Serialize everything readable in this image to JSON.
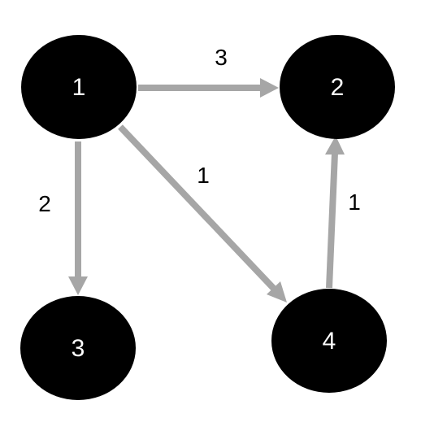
{
  "graph": {
    "colors": {
      "node_fill": "#000000",
      "node_text": "#ffffff",
      "edge": "#a6a6a6",
      "edge_label": "#000000"
    },
    "nodes": [
      {
        "id": "1",
        "label": "1"
      },
      {
        "id": "2",
        "label": "2"
      },
      {
        "id": "3",
        "label": "3"
      },
      {
        "id": "4",
        "label": "4"
      }
    ],
    "edges": [
      {
        "from": "1",
        "to": "2",
        "weight": "3"
      },
      {
        "from": "1",
        "to": "3",
        "weight": "2"
      },
      {
        "from": "1",
        "to": "4",
        "weight": "1"
      },
      {
        "from": "4",
        "to": "2",
        "weight": "1"
      }
    ]
  }
}
